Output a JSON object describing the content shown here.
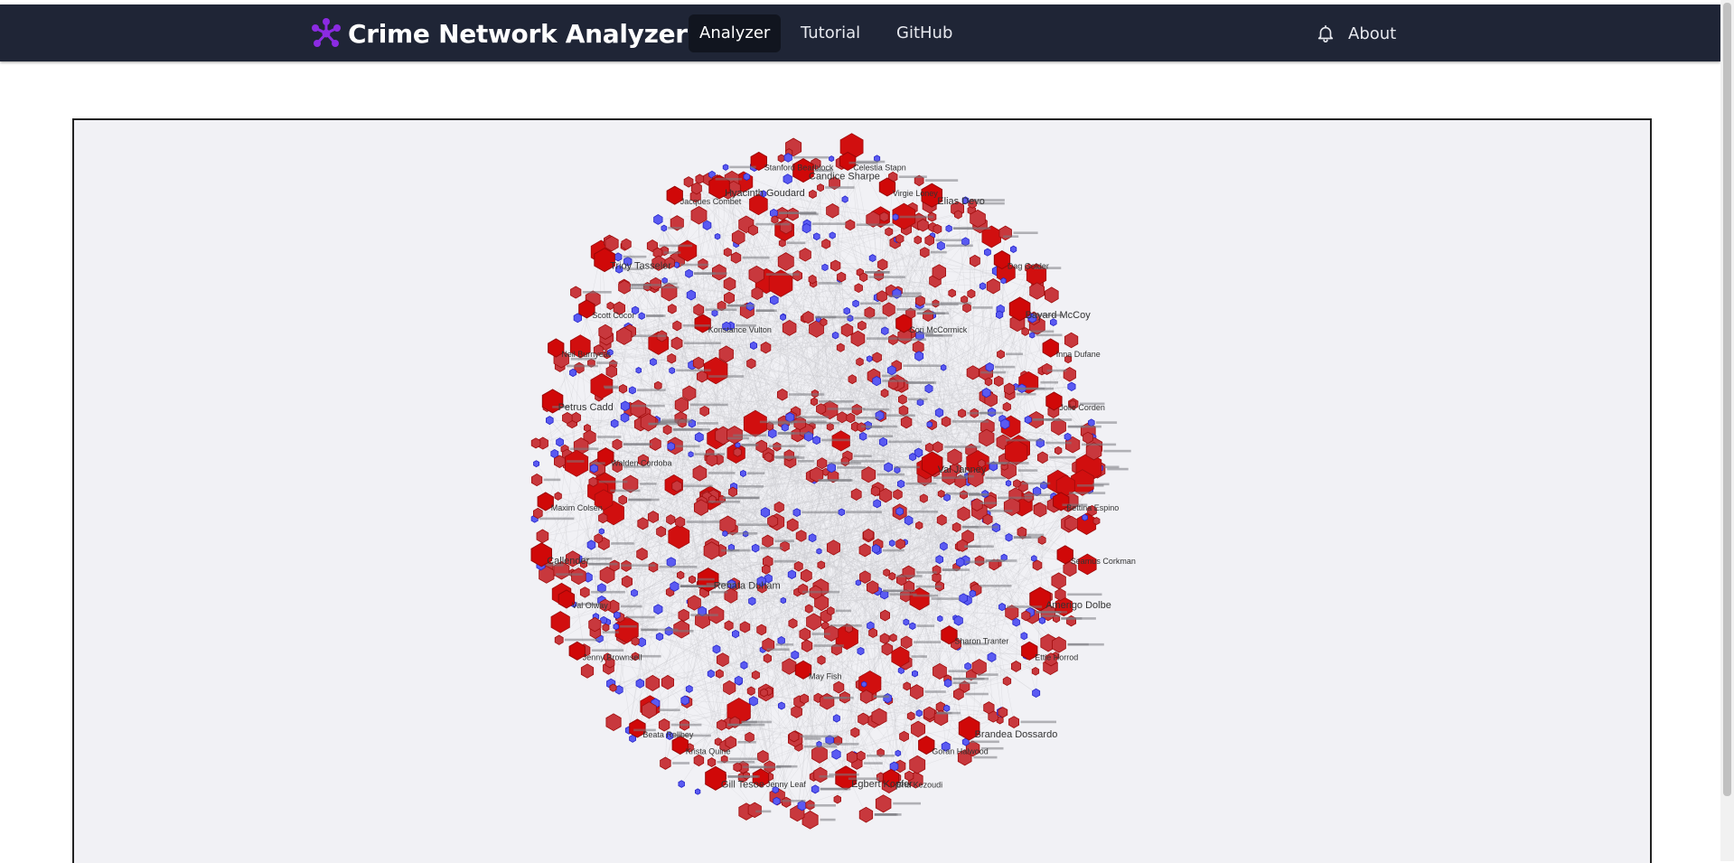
{
  "app": {
    "title": "Crime Network Analyzer"
  },
  "nav": {
    "items": [
      {
        "label": "Analyzer",
        "active": true
      },
      {
        "label": "Tutorial",
        "active": false
      },
      {
        "label": "GitHub",
        "active": false
      }
    ],
    "about_label": "About"
  },
  "colors": {
    "navbar": "#1f2536",
    "brand_accent": "#8b2be2",
    "criminal_node": "#d11a1a",
    "other_node": "#3b3bf0",
    "panel_bg": "#f1f1f5"
  },
  "graph": {
    "labels": [
      {
        "text": "Candice Sharpe"
      },
      {
        "text": "Celestia Stapn"
      },
      {
        "text": "Virgie Loney"
      },
      {
        "text": "Elias Devo"
      },
      {
        "text": "Cori McCormick"
      },
      {
        "text": "Dag Golder"
      },
      {
        "text": "Bayard McCoy"
      },
      {
        "text": "Inna Dufane"
      },
      {
        "text": "Jolie Corden"
      },
      {
        "text": "Val Janney"
      },
      {
        "text": "Bettina Espino"
      },
      {
        "text": "Seamus Corkman"
      },
      {
        "text": "Amerigo Dolbe"
      },
      {
        "text": "Ettie Horrod"
      },
      {
        "text": "Sharon Tranter"
      },
      {
        "text": "Brandea Dossardo"
      },
      {
        "text": "Goran Halwood"
      },
      {
        "text": "Bria Kezoudi"
      },
      {
        "text": "Egbert Kopfer"
      },
      {
        "text": "May Fish"
      },
      {
        "text": "Jenny Leaf"
      },
      {
        "text": "Gill Tesoe"
      },
      {
        "text": "Krista Quine"
      },
      {
        "text": "Beata Rellbey"
      },
      {
        "text": "Renata Duham"
      },
      {
        "text": "Jenny Brownsell"
      },
      {
        "text": "Val Olway"
      },
      {
        "text": "Callender"
      },
      {
        "text": "Maxim Colsen"
      },
      {
        "text": "Walden Cordoba"
      },
      {
        "text": "Petrus Cadd"
      },
      {
        "text": "Neil Burnyeat"
      },
      {
        "text": "Scott Cocor"
      },
      {
        "text": "Trioy Tasseler"
      },
      {
        "text": "Konstance Vulton"
      },
      {
        "text": "Jacques Combet"
      },
      {
        "text": "Hyacinth Goudard"
      },
      {
        "text": "Stanford Bearblock"
      }
    ]
  }
}
